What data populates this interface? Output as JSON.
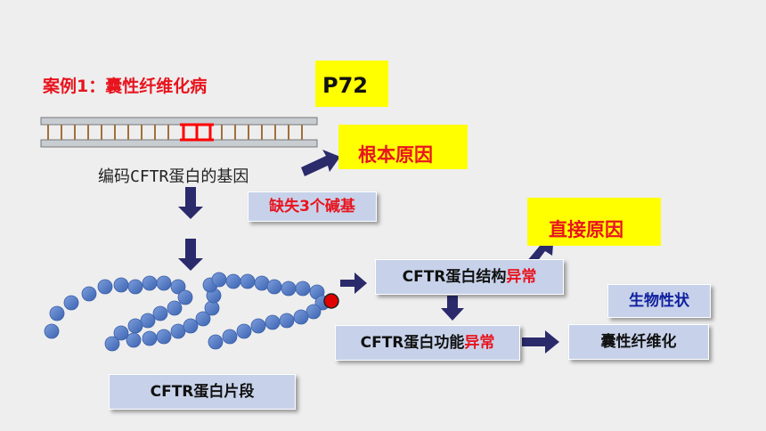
{
  "title": "案例1：囊性纤维化病",
  "page_ref": "P72",
  "gene_label": "编码CFTR蛋白的基因",
  "root_cause": "根本原因",
  "missing_bases": "缺失3个碱基",
  "direct_cause": "直接原因",
  "structure_box": {
    "prefix": "CFTR蛋白结构",
    "highlight": "异常"
  },
  "function_box": {
    "prefix": "CFTR蛋白功能",
    "highlight": "异常"
  },
  "trait_label": "生物性状",
  "disease_box": "囊性纤维化",
  "fragment_box": "CFTR蛋白片段",
  "colors": {
    "red": "#e8141e",
    "yellow": "#ffff00",
    "box": "#c7d2ea",
    "arrow": "#2b2a6b",
    "bead": "#4f78c4"
  }
}
